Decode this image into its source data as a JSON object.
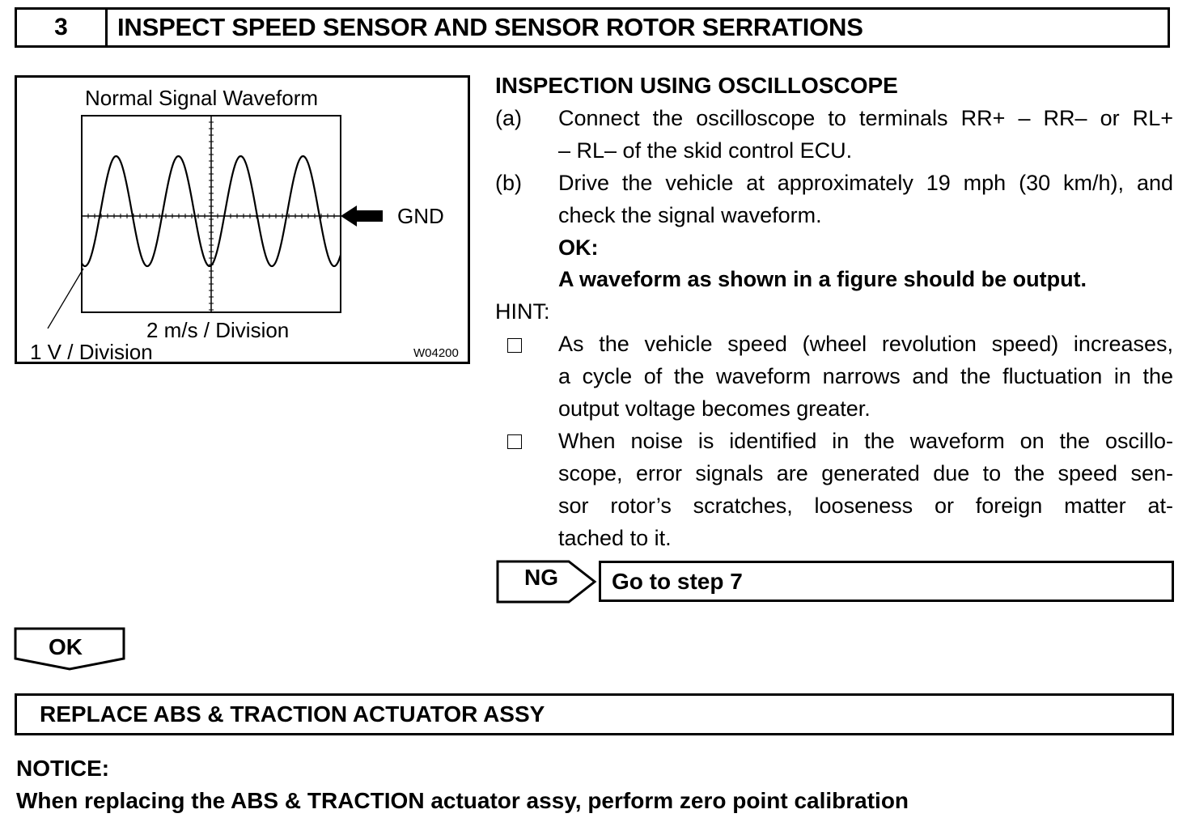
{
  "step": {
    "number": "3",
    "title": "INSPECT SPEED SENSOR AND SENSOR ROTOR SERRATIONS"
  },
  "figure": {
    "title": "Normal Signal Waveform",
    "gnd_label": "GND",
    "x_scale_label": "2 m/s / Division",
    "y_scale_label": "1 V / Division",
    "figure_code": "W04200"
  },
  "inspection": {
    "heading": "INSPECTION USING OSCILLOSCOPE",
    "steps": [
      {
        "marker": "(a)",
        "lines": [
          "Connect the oscilloscope to terminals RR+ – RR– or RL+",
          "– RL– of the skid control ECU."
        ]
      },
      {
        "marker": "(b)",
        "lines": [
          "Drive the vehicle at approximately 19 mph (30 km/h), and",
          "check the signal waveform."
        ]
      }
    ],
    "ok_label": "OK:",
    "ok_text": "A waveform as shown in a figure should be output.",
    "hint_label": "HINT:",
    "hints": [
      {
        "lines": [
          "As the vehicle speed (wheel revolution speed) increases,",
          "a cycle of the waveform narrows and the fluctuation in the",
          "output voltage becomes greater."
        ]
      },
      {
        "lines": [
          "When noise is identified in the waveform on the oscillo-",
          "scope, error signals are generated due to the speed sen-",
          "sor rotor’s scratches, looseness or foreign matter at-",
          "tached to it."
        ]
      }
    ]
  },
  "ng": {
    "label": "NG",
    "target": "Go to step 7"
  },
  "ok_branch": {
    "label": "OK"
  },
  "replace": {
    "title": "REPLACE ABS & TRACTION ACTUATOR ASSY"
  },
  "notice": {
    "label": "NOTICE:",
    "text": "When replacing the ABS & TRACTION actuator assy, perform zero point calibration"
  }
}
